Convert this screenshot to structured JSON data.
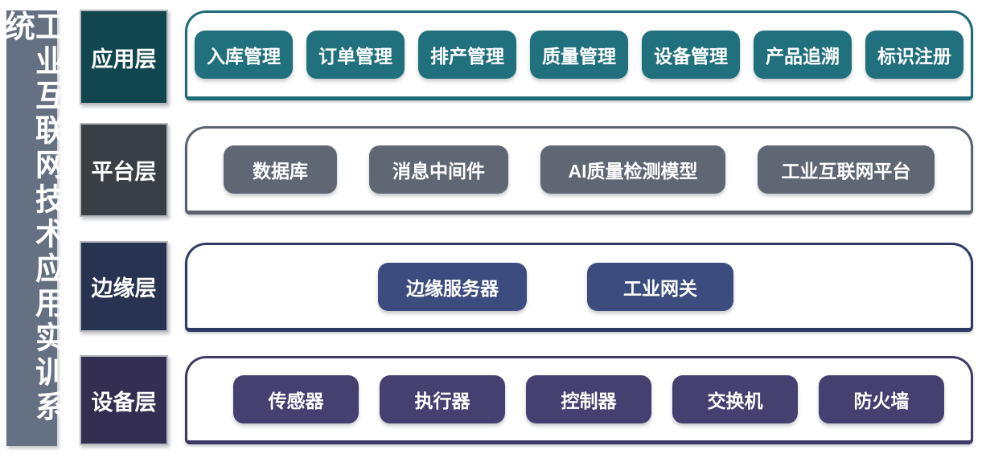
{
  "title": "工业互联网技术应用实训系统",
  "colors": {
    "sidebar_bg": "#667083",
    "label_border": "#b6bac0",
    "text": "#ffffff"
  },
  "layers": [
    {
      "key": "application",
      "label": "应用层",
      "label_bg": "#11464f",
      "box_border": "#1e6b78",
      "item_bg": "#21707d",
      "items": [
        "入库管理",
        "订单管理",
        "排产管理",
        "质量管理",
        "设备管理",
        "产品追溯",
        "标识注册"
      ]
    },
    {
      "key": "platform",
      "label": "平台层",
      "label_bg": "#3a3e45",
      "box_border": "#5b6370",
      "item_bg": "#5f6774",
      "items": [
        "数据库",
        "消息中间件",
        "AI质量检测模型",
        "工业互联网平台"
      ]
    },
    {
      "key": "edge",
      "label": "边缘层",
      "label_bg": "#273350",
      "box_border": "#2e3a63",
      "item_bg": "#3c4c7e",
      "items": [
        "边缘服务器",
        "工业网关"
      ]
    },
    {
      "key": "device",
      "label": "设备层",
      "label_bg": "#332e52",
      "box_border": "#403a67",
      "item_bg": "#454070",
      "items": [
        "传感器",
        "执行器",
        "控制器",
        "交换机",
        "防火墙"
      ]
    }
  ]
}
